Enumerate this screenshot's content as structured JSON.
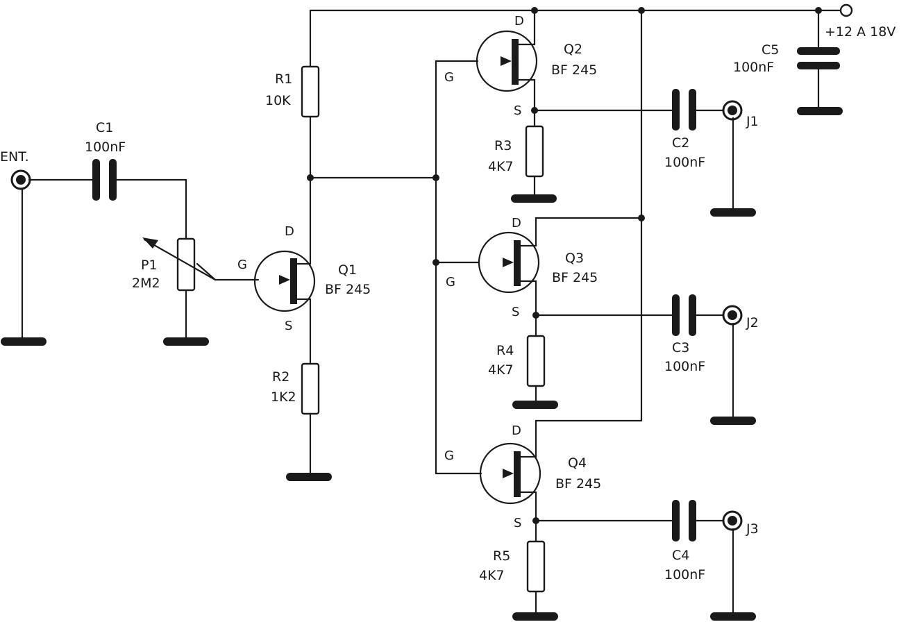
{
  "input": {
    "label": "ENT."
  },
  "supply": {
    "label": "+12 A 18V"
  },
  "outputs": [
    {
      "label": "J1"
    },
    {
      "label": "J2"
    },
    {
      "label": "J3"
    }
  ],
  "capacitors": [
    {
      "ref": "C1",
      "value": "100nF"
    },
    {
      "ref": "C2",
      "value": "100nF"
    },
    {
      "ref": "C3",
      "value": "100nF"
    },
    {
      "ref": "C4",
      "value": "100nF"
    },
    {
      "ref": "C5",
      "value": "100nF"
    }
  ],
  "resistors": [
    {
      "ref": "R1",
      "value": "10K"
    },
    {
      "ref": "R2",
      "value": "1K2"
    },
    {
      "ref": "R3",
      "value": "4K7"
    },
    {
      "ref": "R4",
      "value": "4K7"
    },
    {
      "ref": "R5",
      "value": "4K7"
    }
  ],
  "potentiometer": {
    "ref": "P1",
    "value": "2M2"
  },
  "transistors": [
    {
      "ref": "Q1",
      "type": "BF 245"
    },
    {
      "ref": "Q2",
      "type": "BF 245"
    },
    {
      "ref": "Q3",
      "type": "BF 245"
    },
    {
      "ref": "Q4",
      "type": "BF 245"
    }
  ],
  "pins": {
    "drain": "D",
    "gate": "G",
    "source": "S"
  }
}
